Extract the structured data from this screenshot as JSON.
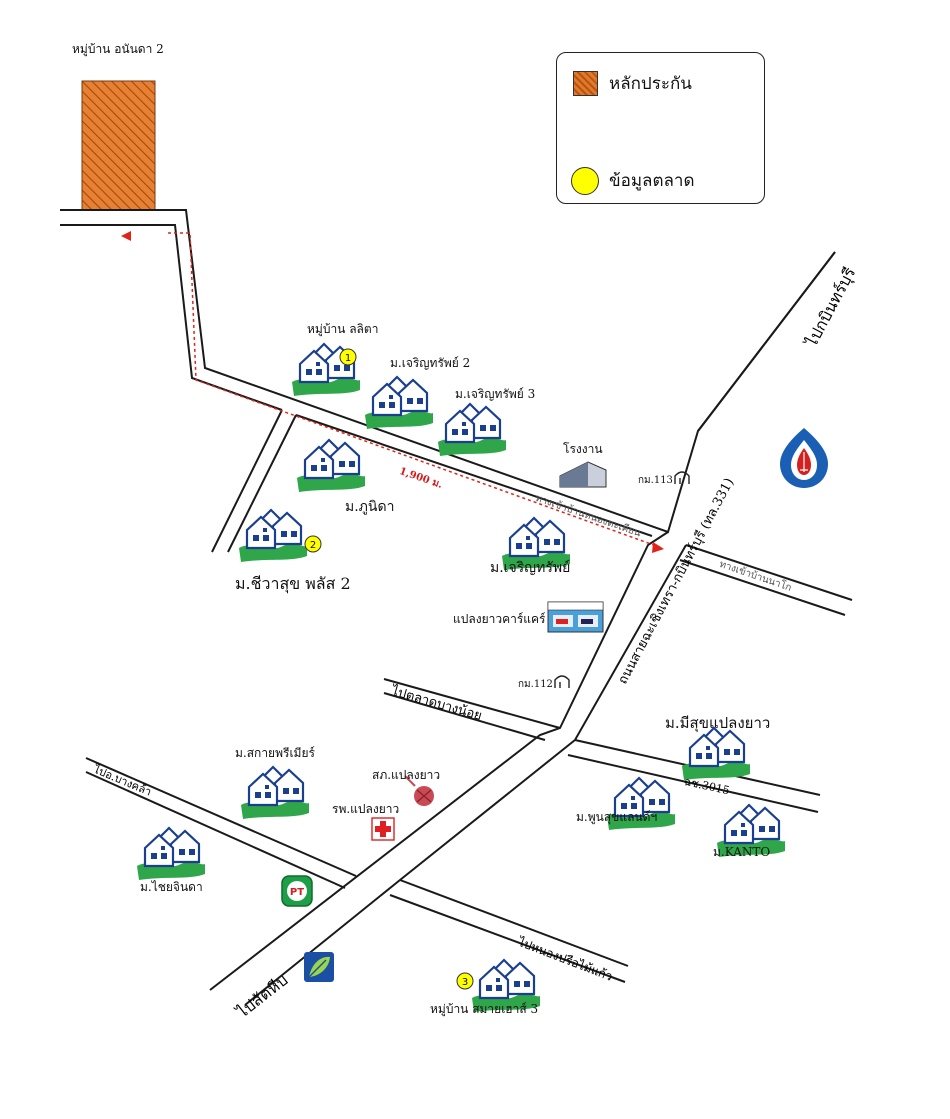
{
  "legend": {
    "plot_label": "หลักประกัน",
    "market_label": "ข้อมูลตลาด",
    "plot_color": "#e07a2a",
    "market_color": "#ffff00"
  },
  "labels": {
    "anantha2": "หมู่บ้าน อนันดา 2",
    "lalita": "หมู่บ้าน ลลิตา",
    "charoensap2": "ม.เจริญทรัพย์ 2",
    "charoensap3": "ม.เจริญทรัพย์ 3",
    "factory": "โรงงาน",
    "km113": "กม.113",
    "phunida": "ม.ภูนิดา",
    "chewasuk": "ม.ชีวาสุข พลัส 2",
    "charoensap": "ม.เจริญทรัพย์",
    "carcare": "แปลงยาวคาร์แคร์",
    "km112": "กม.112",
    "meesuk": "ม.มีสุขแปลงยาว",
    "sakaypremier": "ม.สกายพรีเมียร์",
    "police": "สภ.แปลงยาว",
    "hospital": "รพ.แปลงยาว",
    "poonsuk": "ม.พูนสุขแลนด์ฯ",
    "kanto": "ม.KANTO",
    "chaijinda": "ม.ไชยจินดา",
    "samai3": "หมู่บ้าน สมายเฮาส์ 3",
    "distance": "1,900 ม."
  },
  "roads": {
    "airport": "ไปกบินทร์บุรี",
    "highway": "ถนนสายฉะเชิงเทรา-กบินทร์บุรี (ทล.331)",
    "to_bangwua": "ทางเข้าบ้านหนองตะเคียน",
    "to_nongbua": "ทางเข้าบ้านนาโก",
    "to_market": "ไปตลาดบางน้อย",
    "to_bangkla": "ไปอ.บางคล้า",
    "r3015": "ฉช.3015",
    "to_sattahip": "ไปสัตหีบ",
    "to_nongprue": "ไปหนองปรือไม้แก้ว"
  },
  "markers": [
    "1",
    "2",
    "3"
  ]
}
